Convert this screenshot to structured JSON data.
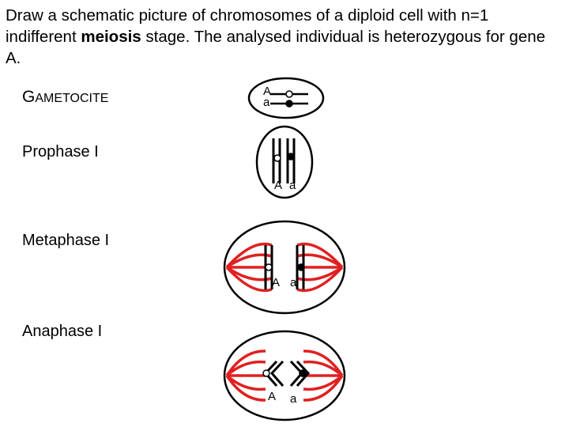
{
  "intro": {
    "part1": "Draw a schematic picture of chromosomes of a diploid cell with n=1 indifferent ",
    "bold": "meiosis",
    "part2": " stage. The analysed individual is heterozygous for gene A."
  },
  "stages": {
    "gametocite_first": "G",
    "gametocite_rest": "AMETOCITE",
    "prophase": "Prophase I",
    "metaphase": "Metaphase I",
    "anaphase": "Anaphase I"
  },
  "alleles": {
    "dominant": "A",
    "recessive": "a"
  },
  "colors": {
    "spindle": "#e02020",
    "outline": "#000000"
  }
}
